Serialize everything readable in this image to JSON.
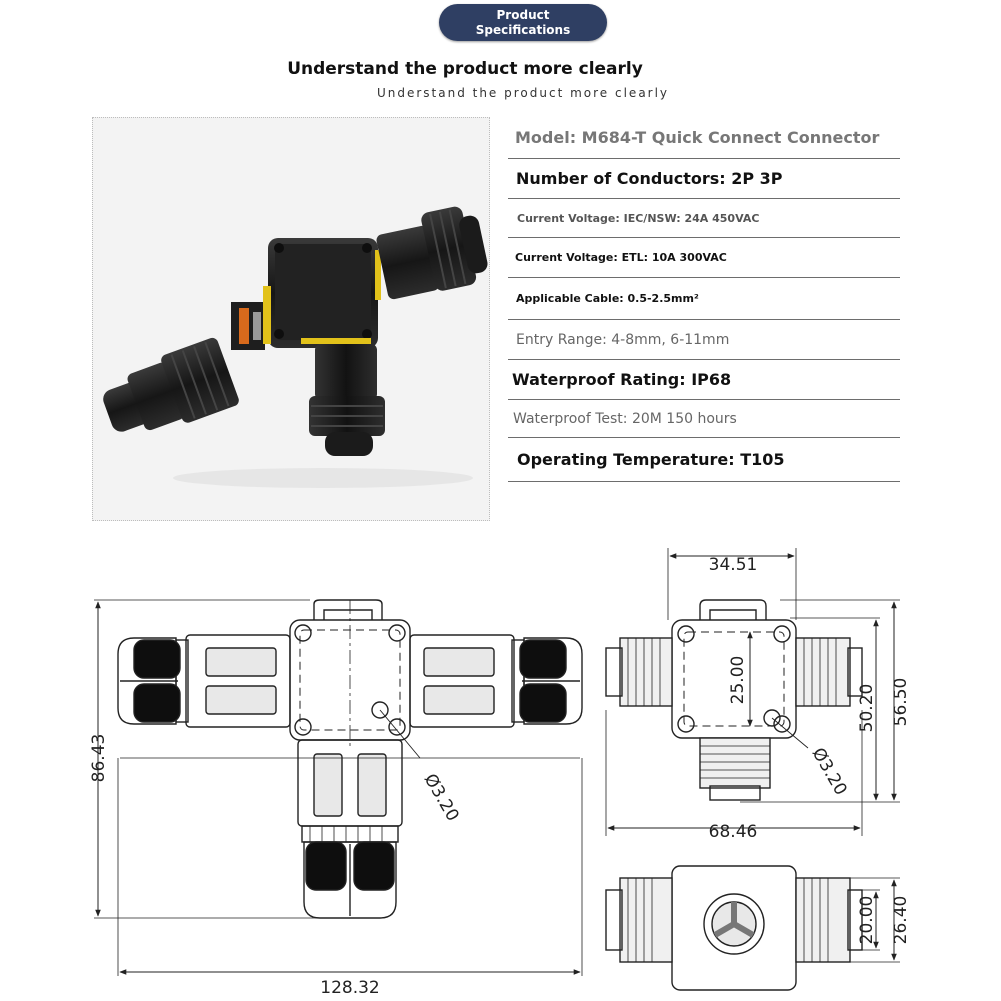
{
  "badge": {
    "line1": "Product",
    "line2": "Specifications"
  },
  "headline": "Understand the product more clearly",
  "subline": "Understand the product more clearly",
  "specs": [
    {
      "text": "Model: M684-T Quick Connect Connector"
    },
    {
      "text": "Number of Conductors: 2P 3P"
    },
    {
      "text": "Current Voltage: IEC/NSW: 24A 450VAC"
    },
    {
      "text": "Current Voltage: ETL: 10A 300VAC"
    },
    {
      "text": "Applicable Cable: 0.5-2.5mm²"
    },
    {
      "text": "Entry Range: 4-8mm, 6-11mm"
    },
    {
      "text": "Waterproof Rating: IP68"
    },
    {
      "text": "Waterproof Test: 20M 150 hours"
    },
    {
      "text": "Operating Temperature: T105"
    }
  ],
  "dimensions": {
    "total_length": "128.32",
    "total_height": "86.43",
    "hole_left": "Ø3.20",
    "body_width": "34.51",
    "body_square": "25.00",
    "hole_right": "Ø3.20",
    "side_height_inner": "50.20",
    "side_height_outer": "56.50",
    "side_width": "68.46",
    "bottom_inner": "20.00",
    "bottom_outer": "26.40"
  },
  "colors": {
    "badge": "#2f3f63",
    "product": "#1c1c1c",
    "seal": "#e2c21a"
  }
}
